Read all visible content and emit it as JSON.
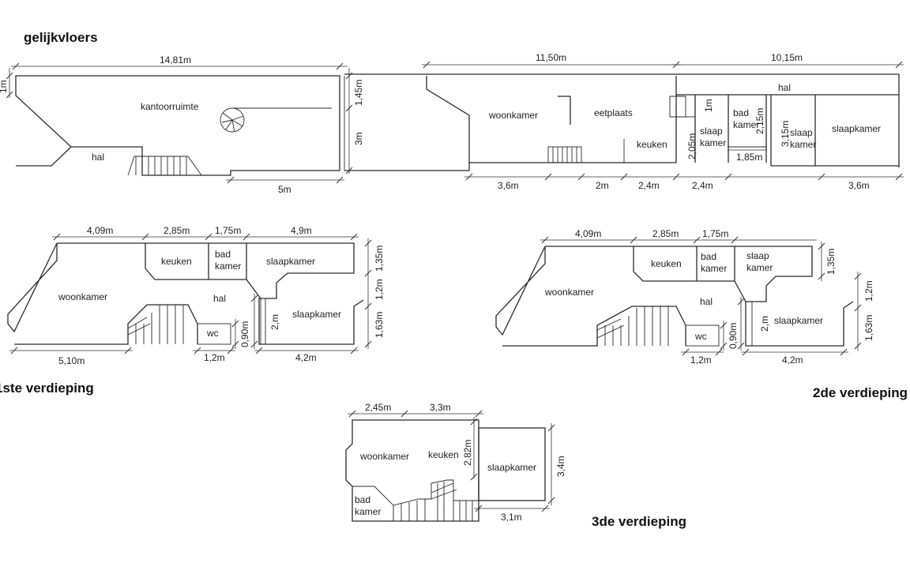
{
  "floors": {
    "ground": "gelijkvloers",
    "first": "1ste verdieping",
    "second": "2de verdieping",
    "third": "3de verdieping"
  },
  "ground": {
    "rooms": {
      "office": "kantoorruimte",
      "hall": "hal",
      "hall2": "hal",
      "living": "woonkamer",
      "dining": "eetplaats",
      "kitchen": "keuken",
      "bed_small": "slaap kamer",
      "bath": "bad kamer",
      "bed_small2": "slaap kamer",
      "bedroom": "slaapkamer"
    },
    "dims": {
      "top_left": "14,81m",
      "top_mid": "11,50m",
      "top_right": "10,15m",
      "left_h": "1m",
      "h_145": "1,45m",
      "h_3": "3m",
      "bottom_5": "5m",
      "b_36a": "3,6m",
      "b_2": "2m",
      "b_24a": "2,4m",
      "b_24b": "2,4m",
      "b_36b": "3,6m",
      "v_1": "1m",
      "v_205": "2,05m",
      "v_215": "2,15m",
      "v_315": "3,15m",
      "h_185": "1,85m"
    }
  },
  "first": {
    "rooms": {
      "kitchen": "keuken",
      "bath": "bad kamer",
      "bed_top": "slaapkamer",
      "living": "woonkamer",
      "hall": "hal",
      "bed": "slaapkamer",
      "wc": "wc"
    },
    "dims": {
      "t1": "4,09m",
      "t2": "2,85m",
      "t3": "1,75m",
      "t4": "4,9m",
      "r1": "1,35m",
      "r2": "1,2m",
      "r3": "1,63m",
      "b1": "5,10m",
      "b2": "1,2m",
      "b3": "4,2m",
      "v090": "0,90m",
      "v2": "2,m"
    }
  },
  "second": {
    "rooms": {
      "kitchen": "keuken",
      "bath": "bad kamer",
      "bed_top": "slaap kamer",
      "living": "woonkamer",
      "hall": "hal",
      "bed": "slaapkamer",
      "wc": "wc"
    },
    "dims": {
      "t1": "4,09m",
      "t2": "2,85m",
      "t3": "1,75m",
      "r1": "1,35m",
      "r2": "1,2m",
      "r3": "1,63m",
      "b2": "1,2m",
      "b3": "4,2m",
      "v090": "0,90m",
      "v2": "2,m"
    }
  },
  "third": {
    "rooms": {
      "living": "woonkamer",
      "kitchen": "keuken",
      "bed": "slaapkamer",
      "bath": "bad kamer"
    },
    "dims": {
      "t1": "2,45m",
      "t2": "3,3m",
      "v282": "2,82m",
      "v34": "3,4m",
      "b31": "3,1m"
    }
  }
}
